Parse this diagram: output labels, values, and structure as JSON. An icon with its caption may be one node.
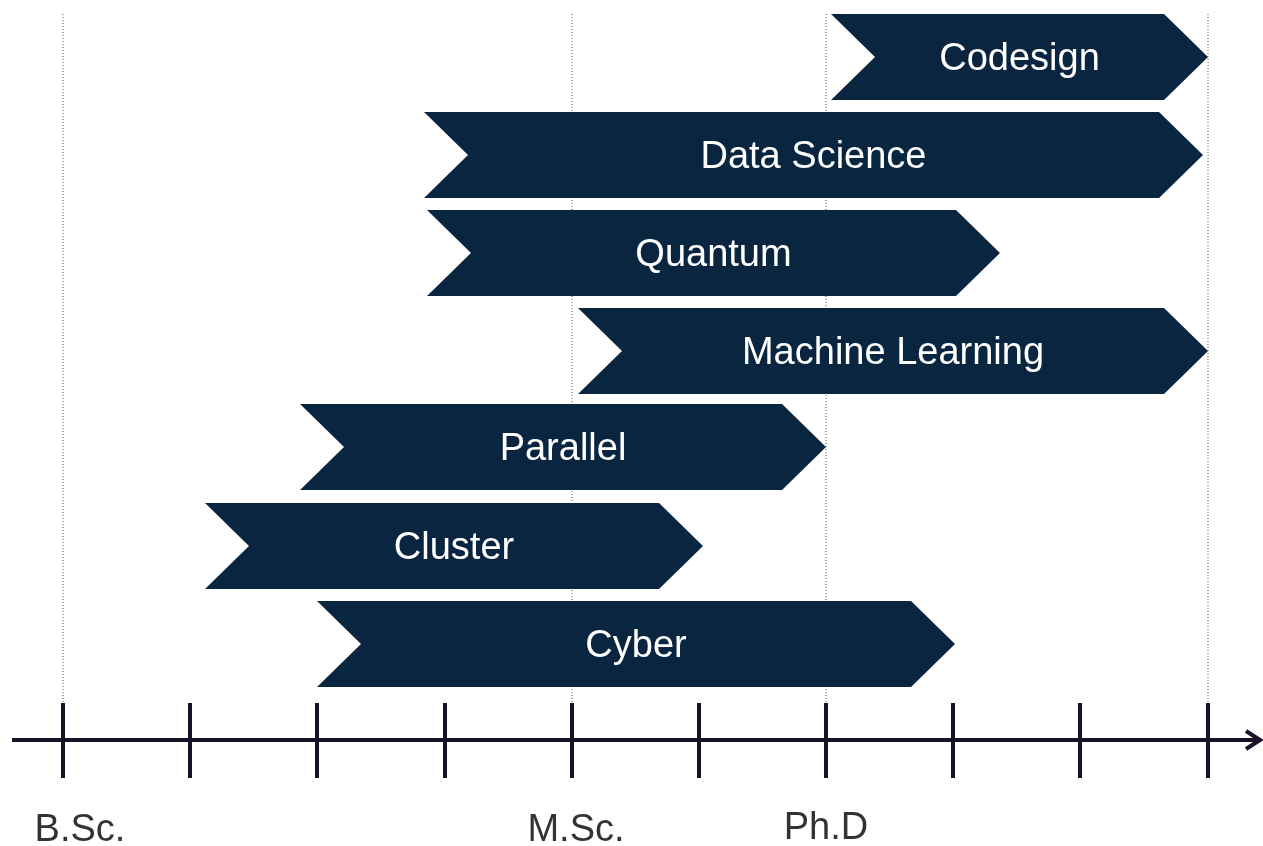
{
  "diagram": {
    "nodes": [
      {
        "text": [
          "Codesign"
        ]
      },
      {
        "text": [
          "Data Science"
        ]
      },
      {
        "text": [
          "Quantum"
        ]
      },
      {
        "text": [
          "Machine Learning"
        ]
      },
      {
        "text": [
          "Parallel"
        ]
      },
      {
        "text": [
          "Cluster"
        ]
      },
      {
        "text": [
          "Cyber"
        ]
      }
    ],
    "labels": [
      "B.Sc.",
      "M.Sc.",
      "Ph.D"
    ]
  }
}
